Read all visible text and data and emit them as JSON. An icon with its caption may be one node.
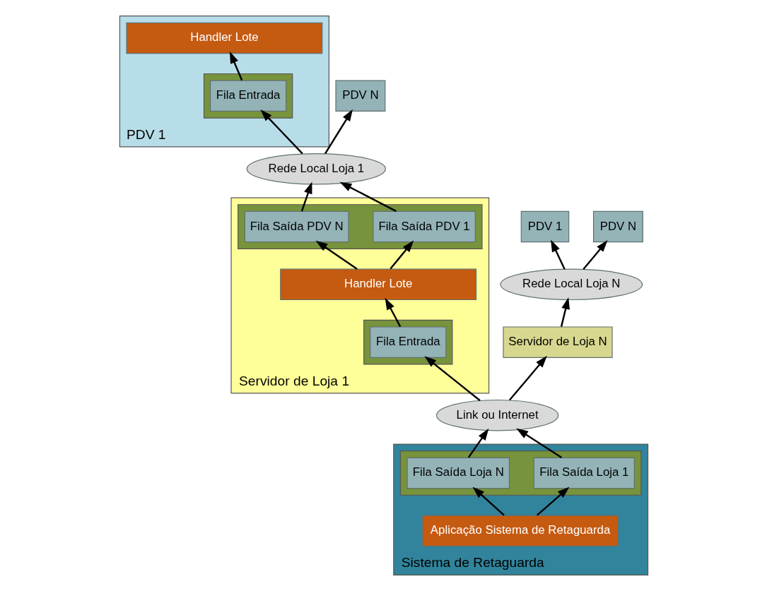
{
  "diagram": {
    "nodes": [
      {
        "text": [
          "PDV 1"
        ]
      },
      {
        "text": [
          "Handler Lote"
        ],
        "in": 0
      },
      {
        "text": [],
        "shape": "box",
        "in": 0
      },
      {
        "text": [
          "Fila Entrada"
        ],
        "in": 2
      },
      {
        "text": [
          "Rede Local Loja 1"
        ]
      },
      {
        "text": [
          "PDV N"
        ]
      },
      {
        "text": [
          "Servidor de Loja 1"
        ]
      },
      {
        "text": [],
        "shape": "box",
        "in": 6
      },
      {
        "text": [
          "Fila Saída PDV 1"
        ],
        "in": 7
      },
      {
        "text": [
          "Fila Saída PDV N"
        ],
        "in": 7
      },
      {
        "text": [
          "Handler Lote"
        ],
        "in": 6
      },
      {
        "text": [],
        "shape": "box",
        "in": 6
      },
      {
        "text": [
          "Fila Entrada"
        ],
        "in": 11
      },
      {
        "text": [
          "Link ou Internet"
        ]
      },
      {
        "text": [
          "Sistema de Retaguarda"
        ]
      },
      {
        "text": [],
        "shape": "box",
        "in": 14
      },
      {
        "text": [
          "Fila Saída Loja 1"
        ],
        "in": 15
      },
      {
        "text": [
          "Fila Saída Loja N"
        ],
        "in": 15
      },
      {
        "text": [
          "Aplicação Sistema de Retaguarda"
        ],
        "in": 14
      },
      {
        "text": [
          "PDV 1"
        ]
      },
      {
        "text": [
          "PDV N"
        ]
      },
      {
        "text": [
          "Rede Local Loja N"
        ]
      },
      {
        "text": [
          "Servidor de Loja N"
        ]
      }
    ],
    "edges": [
      {
        "from": 3,
        "to": 1,
        "arrow": "to"
      },
      {
        "from": 4,
        "to": 3,
        "arrow": "to"
      },
      {
        "from": 4,
        "to": 5,
        "arrow": "to"
      },
      {
        "from": 8,
        "to": 4,
        "arrow": "to"
      },
      {
        "from": 9,
        "to": 4,
        "arrow": "to"
      },
      {
        "from": 10,
        "to": 8,
        "arrow": "to"
      },
      {
        "from": 10,
        "to": 9,
        "arrow": "to"
      },
      {
        "from": 12,
        "to": 10,
        "arrow": "to"
      },
      {
        "from": 13,
        "to": 12,
        "arrow": "to"
      },
      {
        "from": 16,
        "to": 13,
        "arrow": "to"
      },
      {
        "from": 17,
        "to": 13,
        "arrow": "to"
      },
      {
        "from": 18,
        "to": 16,
        "arrow": "to"
      },
      {
        "from": 18,
        "to": 17,
        "arrow": "to"
      },
      {
        "from": 13,
        "to": 22,
        "arrow": "to"
      },
      {
        "from": 22,
        "to": 21,
        "arrow": "to"
      },
      {
        "from": 21,
        "to": 19,
        "arrow": "to"
      },
      {
        "from": 21,
        "to": 20,
        "arrow": "to"
      }
    ]
  }
}
